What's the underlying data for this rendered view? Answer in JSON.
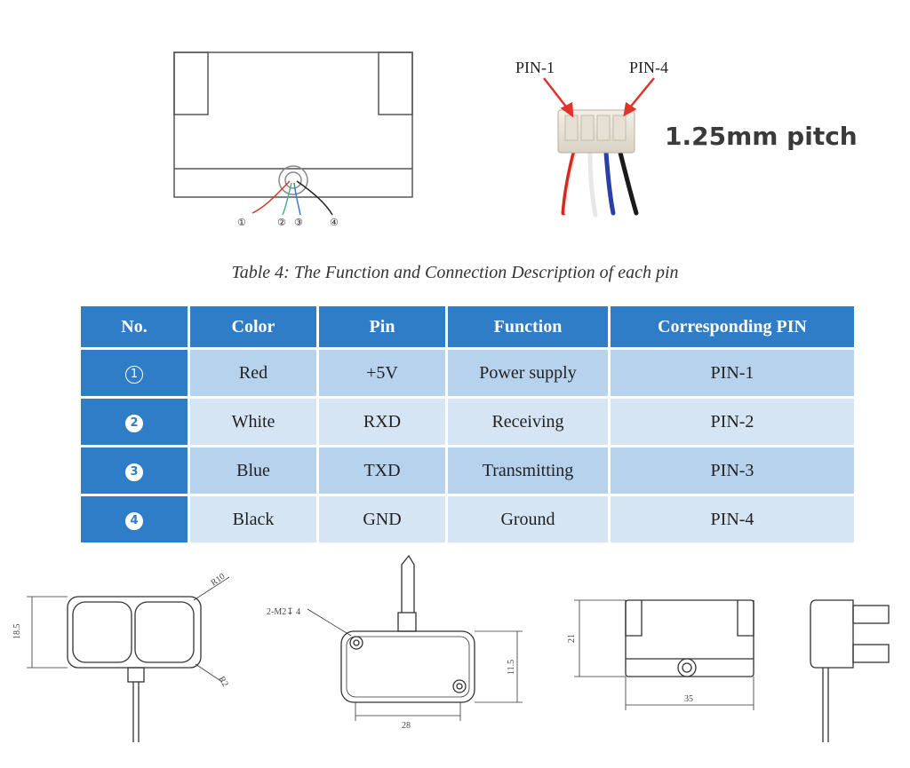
{
  "connector": {
    "pin1_label": "PIN-1",
    "pin4_label": "PIN-4",
    "pitch_label": "1.25mm pitch"
  },
  "top_view": {
    "wire_numbers": [
      "①",
      "②",
      "③",
      "④"
    ],
    "wire_colors": [
      "#d23a2a",
      "#4ab08a",
      "#3a7bd5",
      "#222222"
    ]
  },
  "table": {
    "caption": "Table 4: The Function and Connection Description of each pin",
    "headers": [
      "No.",
      "Color",
      "Pin",
      "Function",
      "Corresponding PIN"
    ],
    "rows": [
      {
        "no": "1",
        "color": "Red",
        "pin": "+5V",
        "function": "Power supply",
        "corresponding": "PIN-1"
      },
      {
        "no": "2",
        "color": "White",
        "pin": "RXD",
        "function": "Receiving",
        "corresponding": "PIN-2"
      },
      {
        "no": "3",
        "color": "Blue",
        "pin": "TXD",
        "function": "Transmitting",
        "corresponding": "PIN-3"
      },
      {
        "no": "4",
        "color": "Black",
        "pin": "GND",
        "function": "Ground",
        "corresponding": "PIN-4"
      }
    ],
    "header_color": "#2f7cc7"
  },
  "drawings": {
    "front": {
      "height": "18.5",
      "outer_radius": "R10",
      "inner_radius": "R2"
    },
    "back": {
      "screw": "2-M2↧ 4",
      "height": "11.5",
      "width": "28"
    },
    "side": {
      "height": "21",
      "width": "35"
    }
  }
}
